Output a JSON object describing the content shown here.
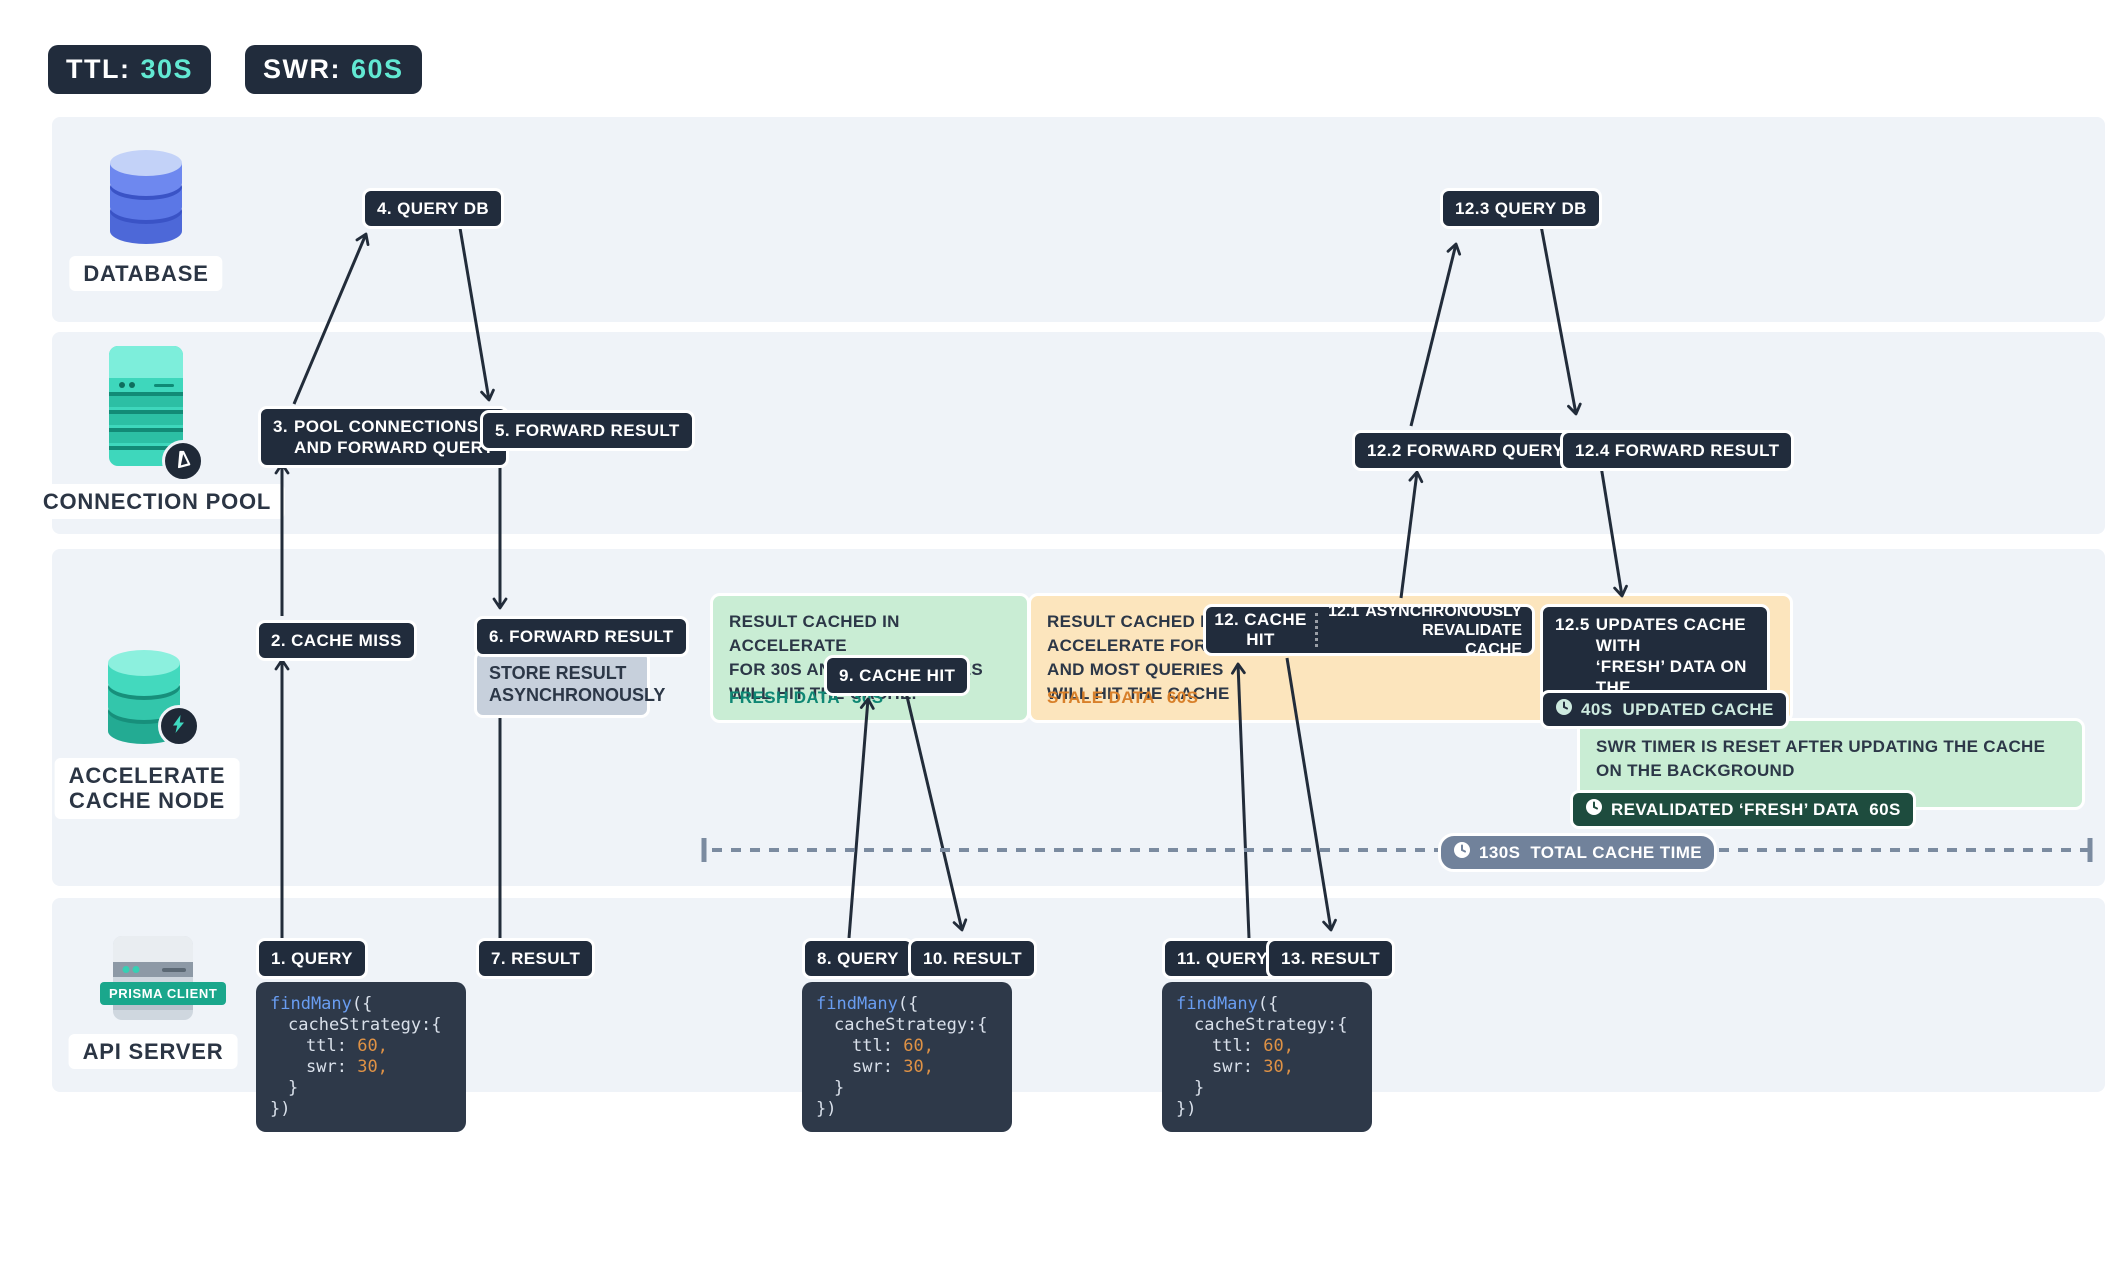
{
  "header": {
    "ttl_label": "TTL:",
    "ttl_value": "30S",
    "swr_label": "SWR:",
    "swr_value": "60S"
  },
  "lanes": {
    "database": {
      "label": "DATABASE"
    },
    "pool": {
      "label": "CONNECTION POOL"
    },
    "cache": {
      "label": "ACCELERATE\nCACHE NODE"
    },
    "api": {
      "label": "API SERVER",
      "client_badge": "PRISMA CLIENT"
    }
  },
  "steps": {
    "q1": "1. QUERY",
    "cache_miss": "2. CACHE MISS",
    "pool_num": "3.",
    "pool_text": "POOL CONNECTIONS\nAND FORWARD QUERY",
    "query_db": "4. QUERY DB",
    "forward_result": "5. FORWARD RESULT",
    "forward_result2": "6. FORWARD RESULT",
    "store": "STORE RESULT\nASYNCHRONOUSLY",
    "result7": "7. RESULT",
    "q8": "8. QUERY",
    "cache_hit9": "9. CACHE HIT",
    "result10": "10. RESULT",
    "q11": "11. QUERY",
    "cache_hit12": "12. CACHE HIT",
    "revalidate_num": "12.1",
    "revalidate_text": "ASYNCHRONOUSLY\nREVALIDATE CACHE",
    "forward_query12": "12.2 FORWARD QUERY",
    "query_db12": "12.3 QUERY DB",
    "forward_result12": "12.4 FORWARD RESULT",
    "updates_num": "12.5",
    "updates_text": "UPDATES CACHE WITH\n‘FRESH’ DATA ON THE\nBACKGROUND",
    "result13": "13. RESULT"
  },
  "notes": {
    "fresh_note": "RESULT CACHED IN ACCELERATE\nFOR 30S AND MOST QUERIES\nWILL HIT THE CACHE.",
    "fresh_tag": "FRESH DATA",
    "fresh_tag_value": "30S",
    "stale_note": "RESULT CACHED IN\nACCELERATE FOR 60S\nAND MOST QUERIES\nWILL HIT THE CACHE",
    "stale_tag": "STALE DATA",
    "stale_tag_value": "60S",
    "swr_note": "SWR TIMER IS RESET AFTER UPDATING THE CACHE\nON THE BACKGROUND",
    "updated_cache_value": "40S",
    "updated_cache_text": "UPDATED CACHE",
    "revalidated_text": "REVALIDATED ‘FRESH’ DATA",
    "revalidated_value": "60S",
    "timeline_value": "130S",
    "timeline_text": "TOTAL CACHE TIME"
  },
  "code": {
    "fn": "findMany",
    "l1_rest": "({",
    "l2": "cacheStrategy:{",
    "ttl_key": "ttl:",
    "ttl_value": "60,",
    "swr_key": "swr:",
    "swr_value": "30,",
    "l5": "}",
    "l6": "})"
  },
  "colors": {
    "accent_teal": "#62e9d3",
    "badge_navy": "#212c3c",
    "fresh_green": "#c9edd4",
    "stale_orange": "#fce5bd",
    "fresh_text": "#0f8774",
    "stale_text": "#d8802a",
    "timeline_slate": "#71829b",
    "revalidated_green": "#1e4c3e"
  }
}
